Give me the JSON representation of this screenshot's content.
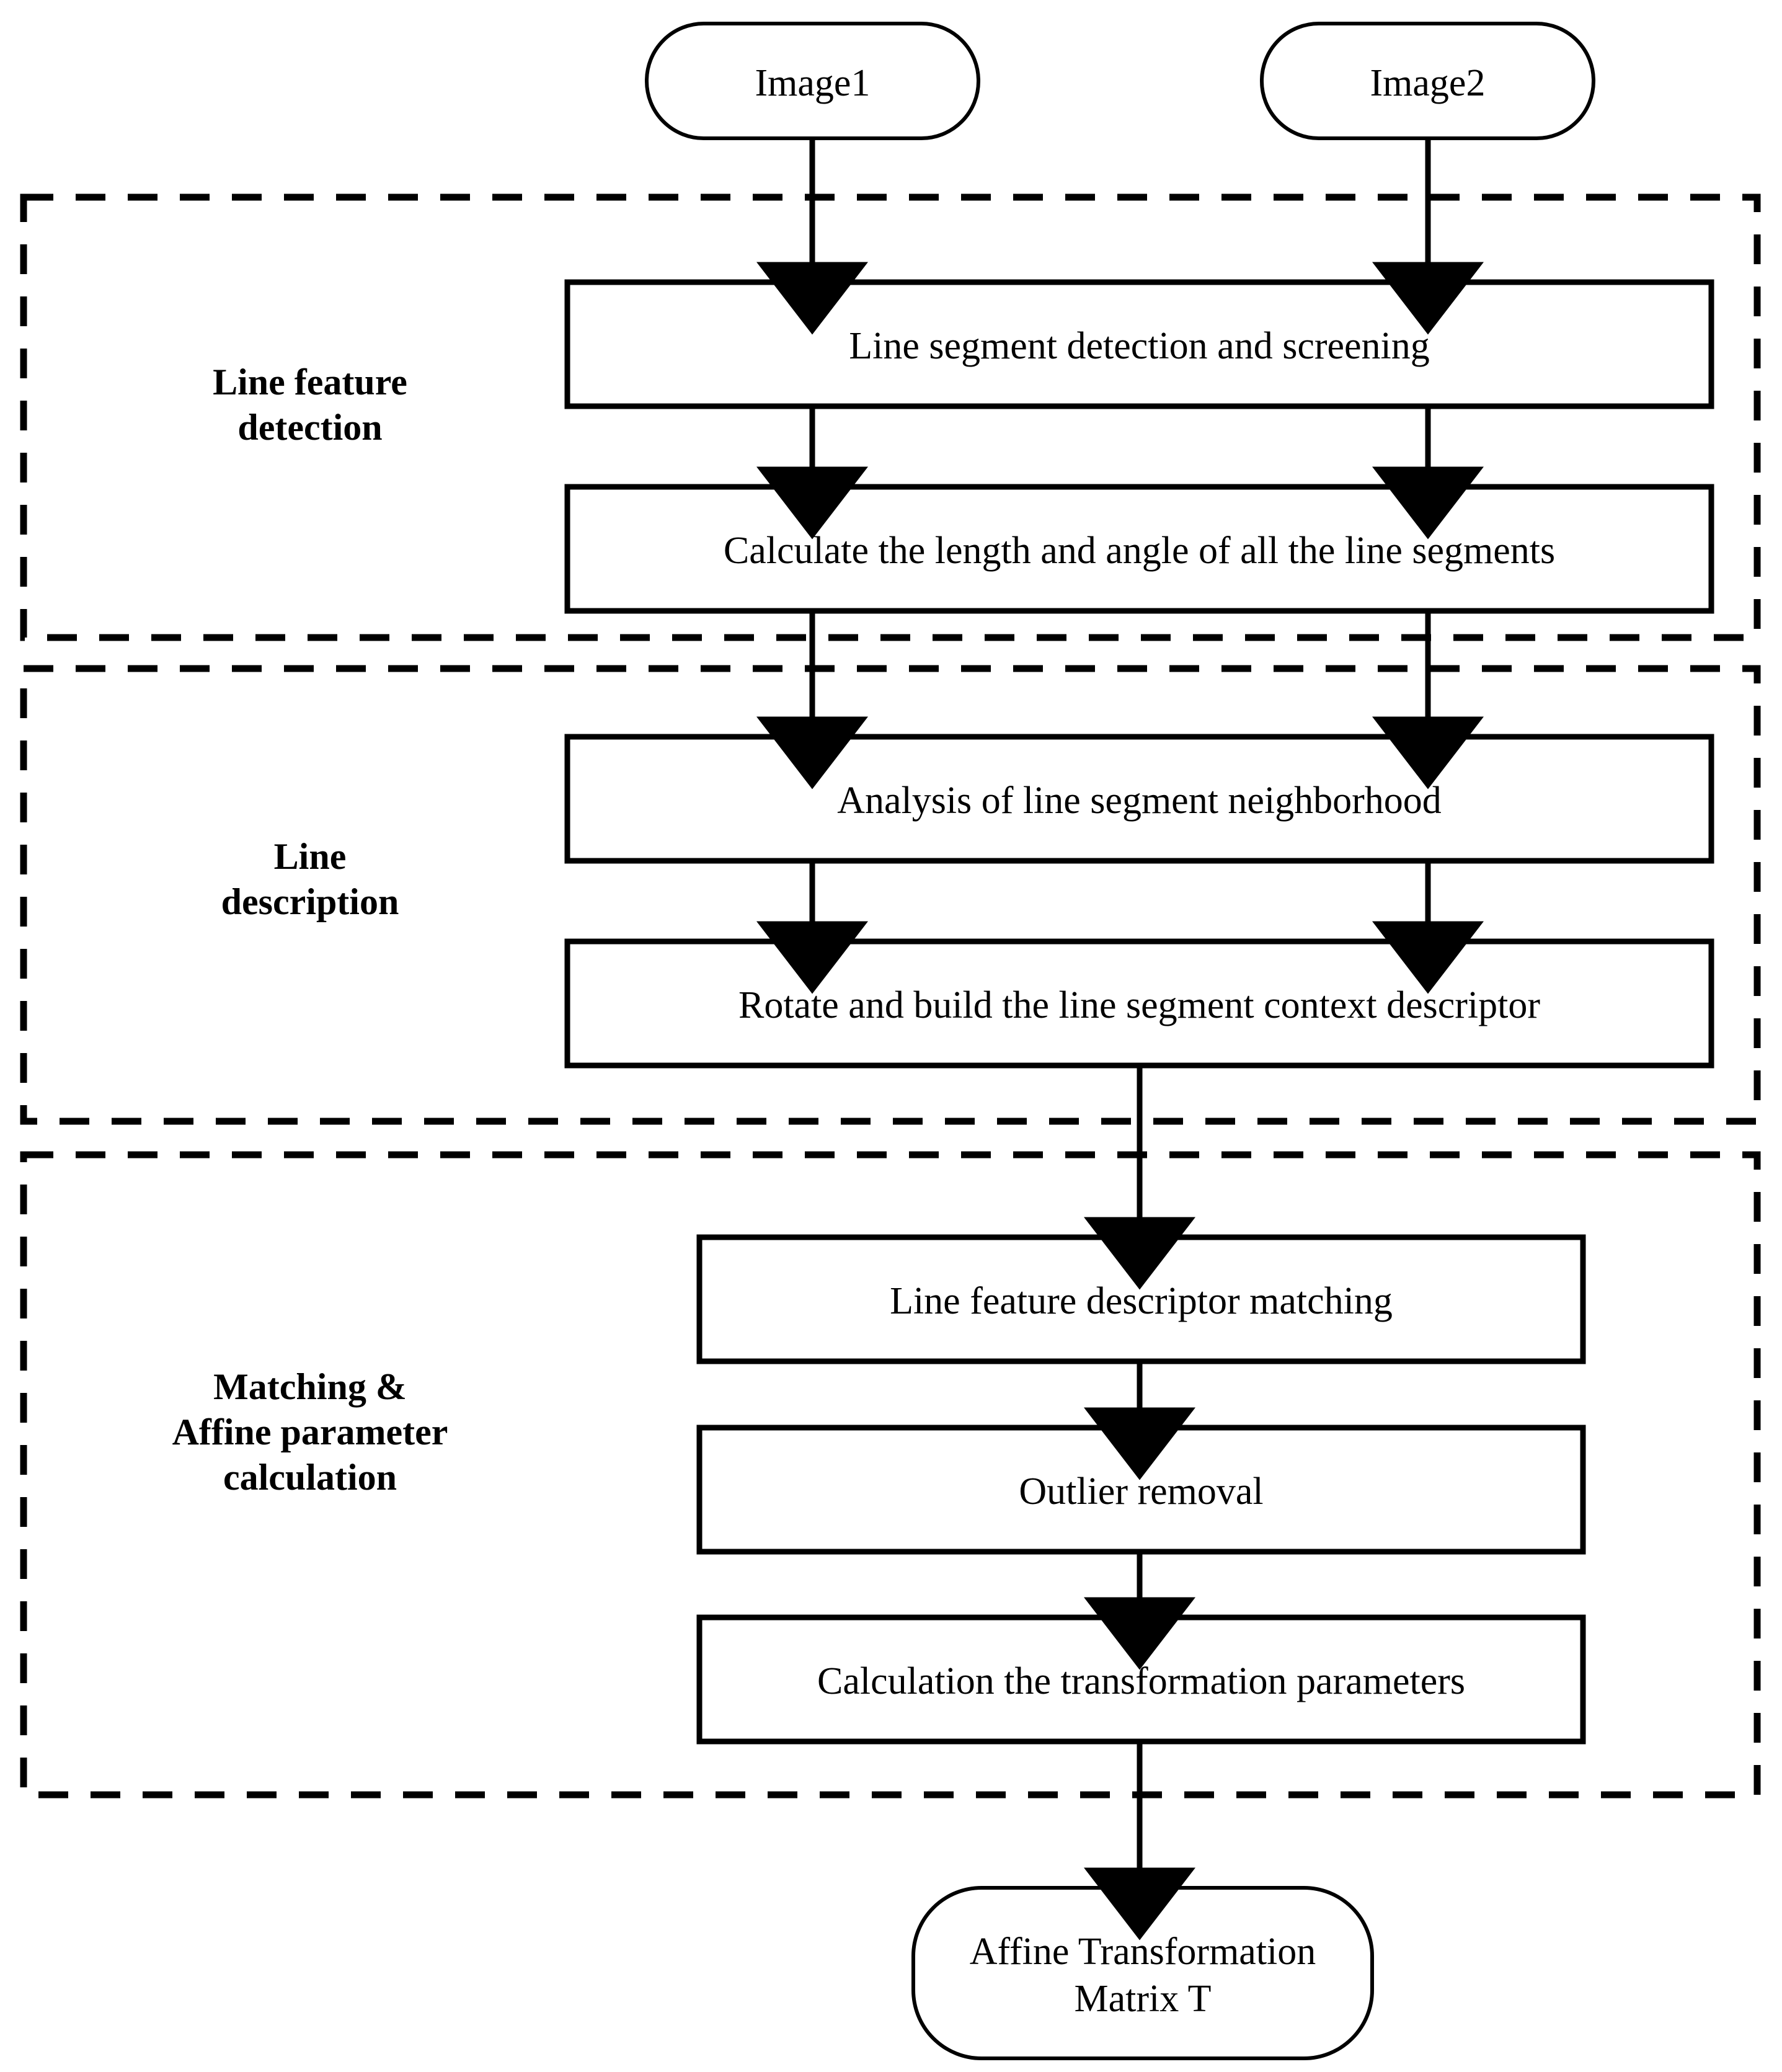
{
  "diagram": {
    "title": "Line feature based image registration flowchart",
    "stroke_color": "#000000",
    "fill_color": "#ffffff",
    "background": "#ffffff"
  },
  "nodes": {
    "start_image1": {
      "label": "Image1",
      "shape": "rounded-terminator"
    },
    "start_image2": {
      "label": "Image2",
      "shape": "rounded-terminator"
    },
    "p_detect": {
      "label": "Line segment detection and screening",
      "shape": "process"
    },
    "p_calc_len": {
      "label": "Calculate the length and angle of all the line segments",
      "shape": "process"
    },
    "p_neighborhood": {
      "label": "Analysis of line segment neighborhood",
      "shape": "process"
    },
    "p_rotate": {
      "label": "Rotate and build the line segment context descriptor",
      "shape": "process"
    },
    "p_match": {
      "label": "Line feature descriptor matching",
      "shape": "process"
    },
    "p_outlier": {
      "label": "Outlier removal",
      "shape": "process"
    },
    "p_transform": {
      "label": "Calculation the transformation parameters",
      "shape": "process"
    },
    "end_matrix": {
      "label": "Affine Transformation\nMatrix T",
      "shape": "rounded-terminator"
    }
  },
  "groups": {
    "g1": {
      "label": "Line feature\ndetection",
      "style": "dashed"
    },
    "g2": {
      "label": "Line\ndescription",
      "style": "dashed"
    },
    "g3": {
      "label": "Matching &\nAffine parameter\ncalculation",
      "style": "dashed"
    }
  },
  "edges": [
    {
      "from": "start_image1",
      "to": "p_detect"
    },
    {
      "from": "start_image2",
      "to": "p_detect"
    },
    {
      "from": "p_detect",
      "to": "p_calc_len"
    },
    {
      "from": "p_calc_len",
      "to": "p_neighborhood"
    },
    {
      "from": "p_neighborhood",
      "to": "p_rotate"
    },
    {
      "from": "p_rotate",
      "to": "p_match"
    },
    {
      "from": "p_match",
      "to": "p_outlier"
    },
    {
      "from": "p_outlier",
      "to": "p_transform"
    },
    {
      "from": "p_transform",
      "to": "end_matrix"
    }
  ]
}
